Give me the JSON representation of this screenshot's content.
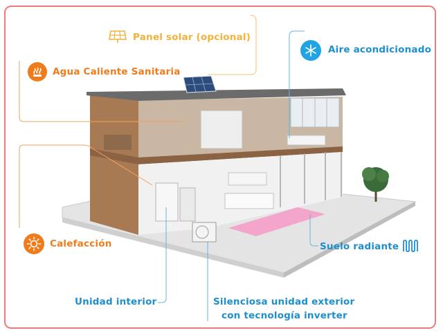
{
  "labels": {
    "solar_panel": "Panel solar (opcional)",
    "hot_water": "Agua Caliente Sanitaria",
    "air_conditioning": "Aire acondicionado",
    "heating": "Calefacción",
    "floor_heating": "Suelo radiante",
    "indoor_unit": "Unidad interior",
    "outdoor_unit_line1": "Silenciosa unidad exterior",
    "outdoor_unit_line2": "con tecnología inverter"
  },
  "colors": {
    "orange": "#f07b1a",
    "blue": "#1d8fce",
    "yellow": "#f2b23a",
    "frame": "#f07a7a"
  },
  "icons": {
    "solar_panel": "solar-panel-icon",
    "hot_water": "hot-water-icon",
    "air_conditioning": "snowflake-icon",
    "heating": "sun-icon",
    "floor_heating": "floor-heating-icon"
  }
}
